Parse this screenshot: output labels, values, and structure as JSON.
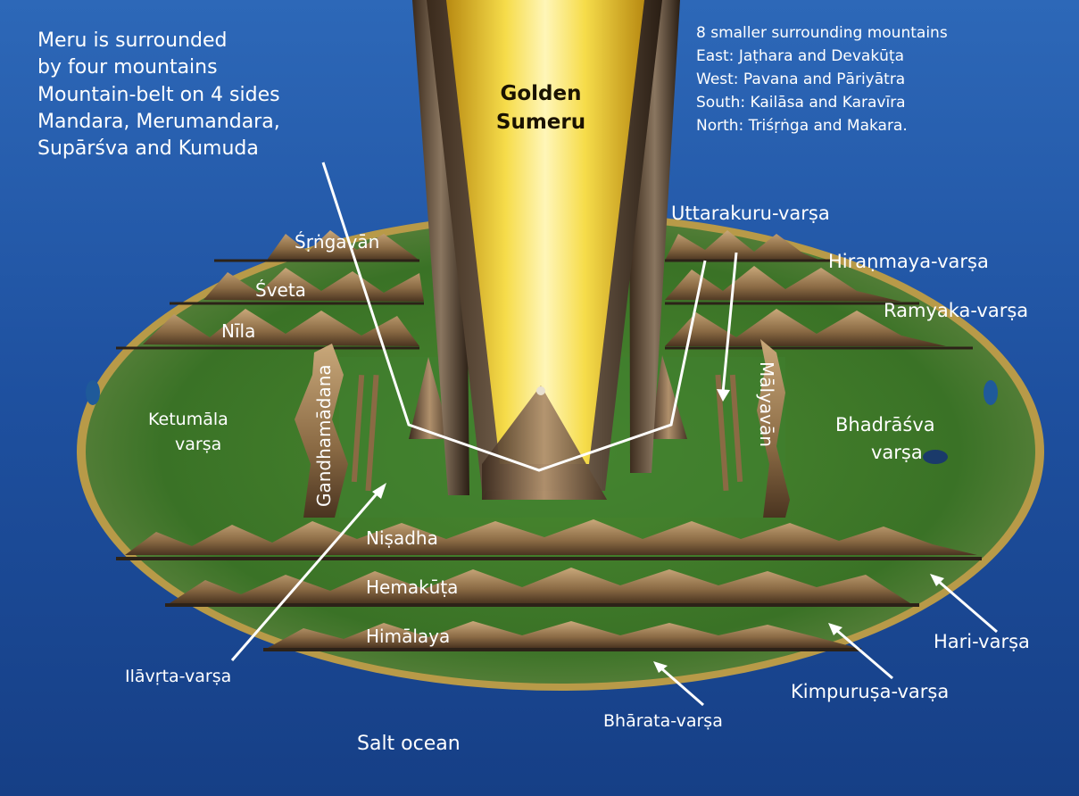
{
  "top_left_notes": [
    "Meru is surrounded",
    "by four mountains",
    "Mountain-belt on 4 sides",
    "Mandara, Merumandara,",
    "Supārśva and Kumuda"
  ],
  "top_right_notes": [
    "8 smaller surrounding mountains",
    "East: Jaṭhara and Devakūṭa",
    "West: Pavana and Pāriyātra",
    "South: Kailāsa and Karavīra",
    "North: Triśṛṅga and Makara."
  ],
  "meru_label": [
    "Golden",
    "Sumeru"
  ],
  "mountains": {
    "srngavan": "Śṛṅgavān",
    "sveta": "Śveta",
    "nila": "Nīla",
    "gandhamadana": "Gandhamādana",
    "malyavan": "Mālyavān",
    "nisadha": "Niṣadha",
    "hemakuta": "Hemakūṭa",
    "himalaya": "Himālaya"
  },
  "regions": {
    "uttarakuru": "Uttarakuru-varṣa",
    "hiranmaya": "Hiraṇmaya-varṣa",
    "ramyaka": "Ramyaka-varṣa",
    "ketumala": [
      "Ketumāla",
      "varṣa"
    ],
    "bhadrasva": [
      "Bhadrāśva",
      "varṣa"
    ],
    "ilavrta": "Ilāvṛta-varṣa",
    "hari": "Hari-varṣa",
    "kimpurusa": "Kimpuruṣa-varṣa",
    "bharata": "Bhārata-varṣa",
    "salt_ocean": "Salt ocean"
  },
  "colors": {
    "ocean": "#1c4fa0",
    "land": "#3f7a2a",
    "rim": "#b89a48",
    "gold": "#f3d63a",
    "mountain": "#8a6a44"
  }
}
